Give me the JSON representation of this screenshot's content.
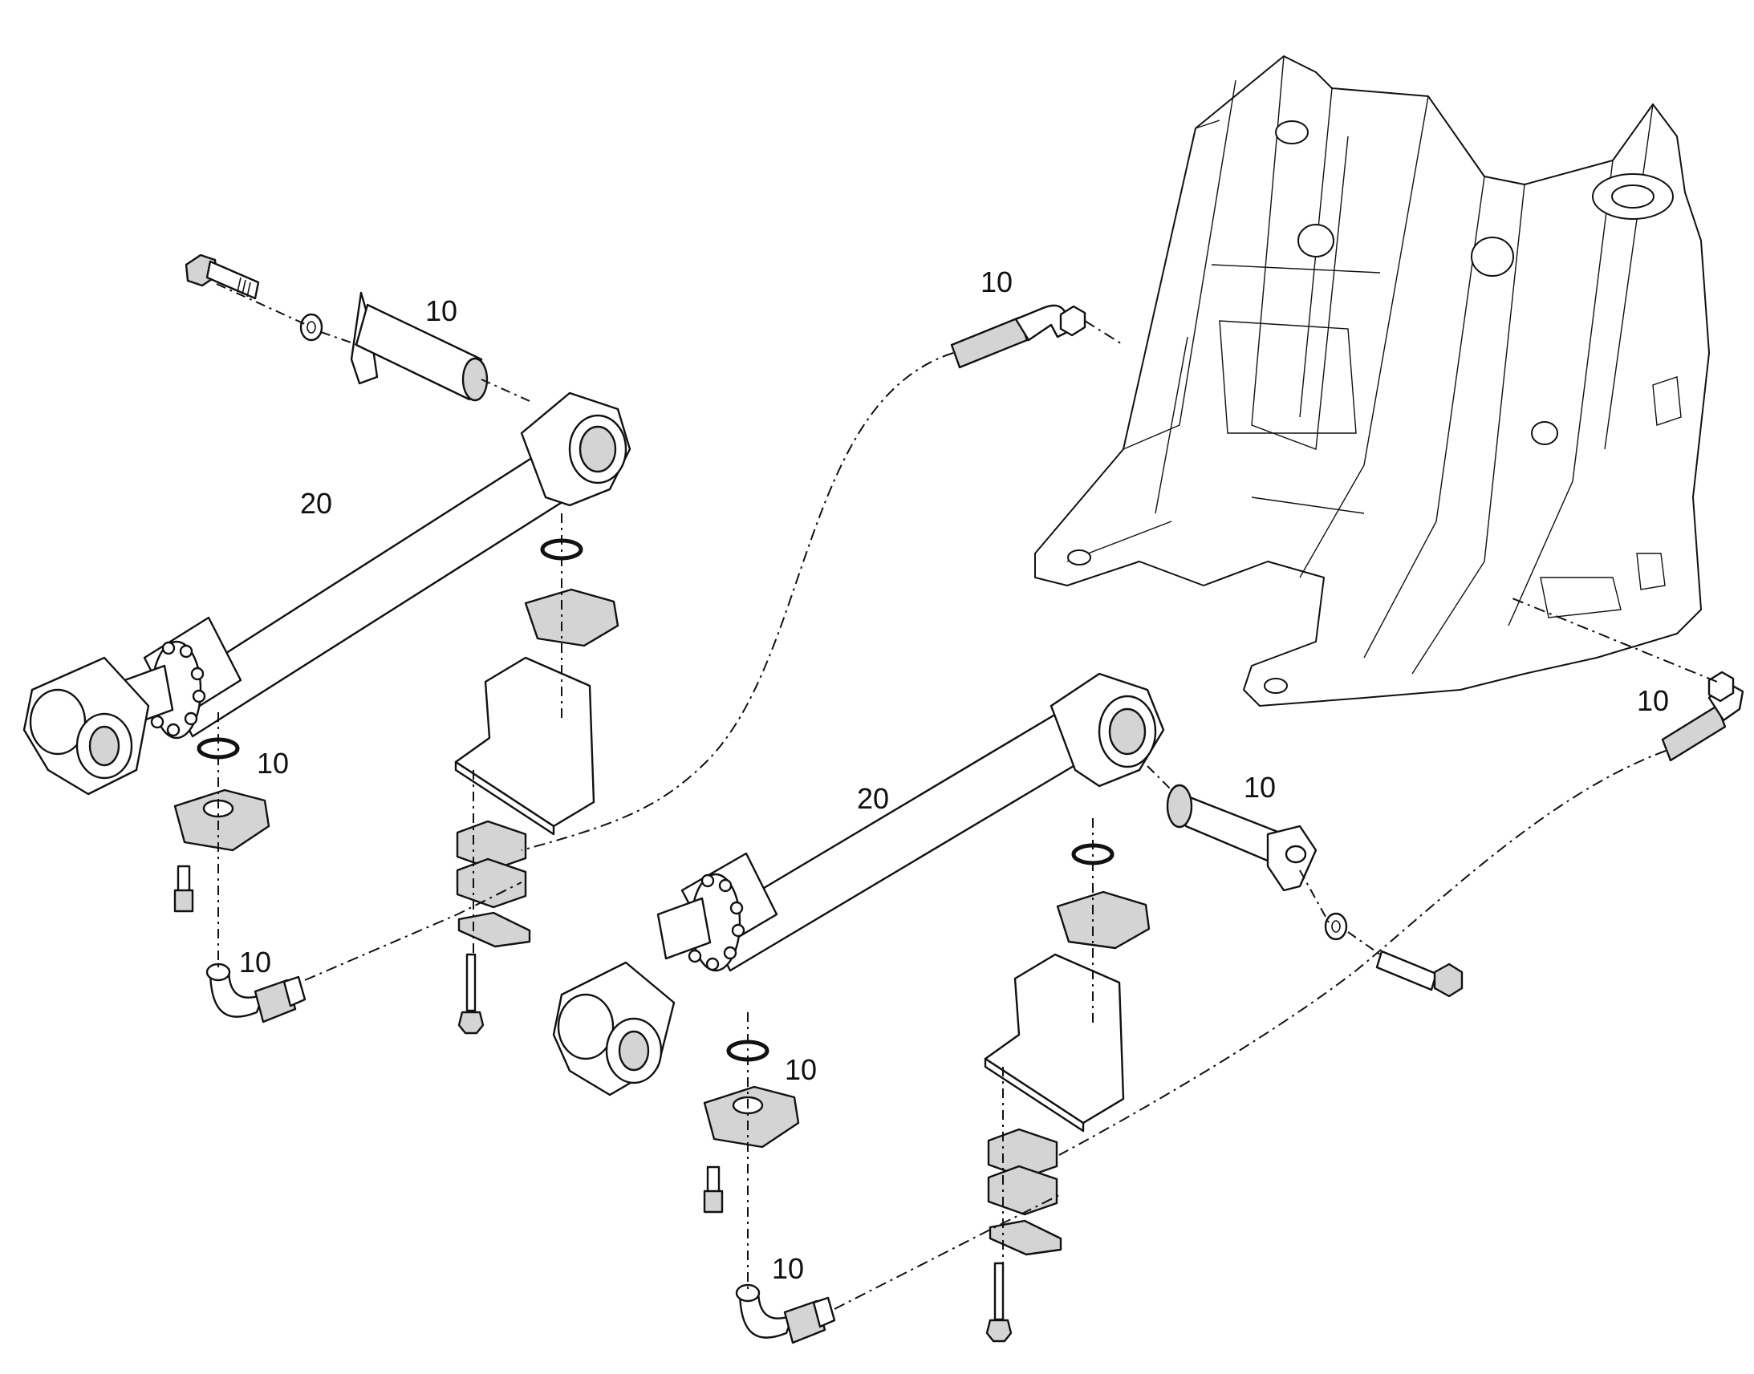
{
  "callouts": {
    "c1": "10",
    "c2": "20",
    "c3": "10",
    "c4": "10",
    "c5": "10",
    "c6": "20",
    "c7": "10",
    "c8": "10",
    "c9": "10",
    "c10": "10"
  }
}
